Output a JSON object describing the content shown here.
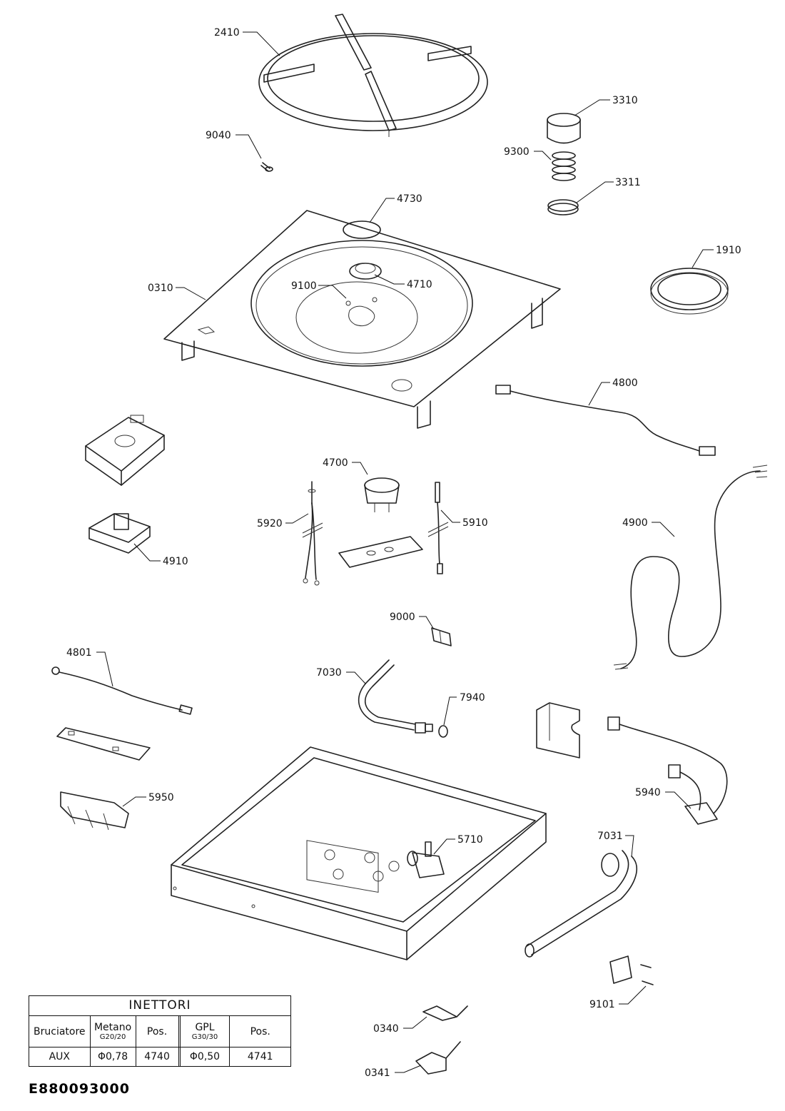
{
  "labels": {
    "p2410": "2410",
    "p9040": "9040",
    "p3310": "3310",
    "p9300": "9300",
    "p3311": "3311",
    "p4730": "4730",
    "p1910": "1910",
    "p0310": "0310",
    "p9100": "9100",
    "p4710": "4710",
    "p4800": "4800",
    "p4700": "4700",
    "p5920": "5920",
    "p5910": "5910",
    "p4900": "4900",
    "p4910": "4910",
    "p9000": "9000",
    "p4801": "4801",
    "p7030": "7030",
    "p7940": "7940",
    "p5950": "5950",
    "p5940": "5940",
    "p5710": "5710",
    "p7031": "7031",
    "p9101": "9101",
    "p0340": "0340",
    "p0341": "0341"
  },
  "injector_table": {
    "title": "INETTORI",
    "col_burner": "Bruciatore",
    "col_metano": "Metano",
    "col_metano_sub": "G20/20",
    "col_pos1": "Pos.",
    "col_gpl": "GPL",
    "col_gpl_sub": "G30/30",
    "col_pos2": "Pos.",
    "row": {
      "burner": "AUX",
      "metano": "Φ0,78",
      "pos1": "4740",
      "gpl": "Φ0,50",
      "pos2": "4741"
    }
  },
  "drawing_code": "E880093000"
}
